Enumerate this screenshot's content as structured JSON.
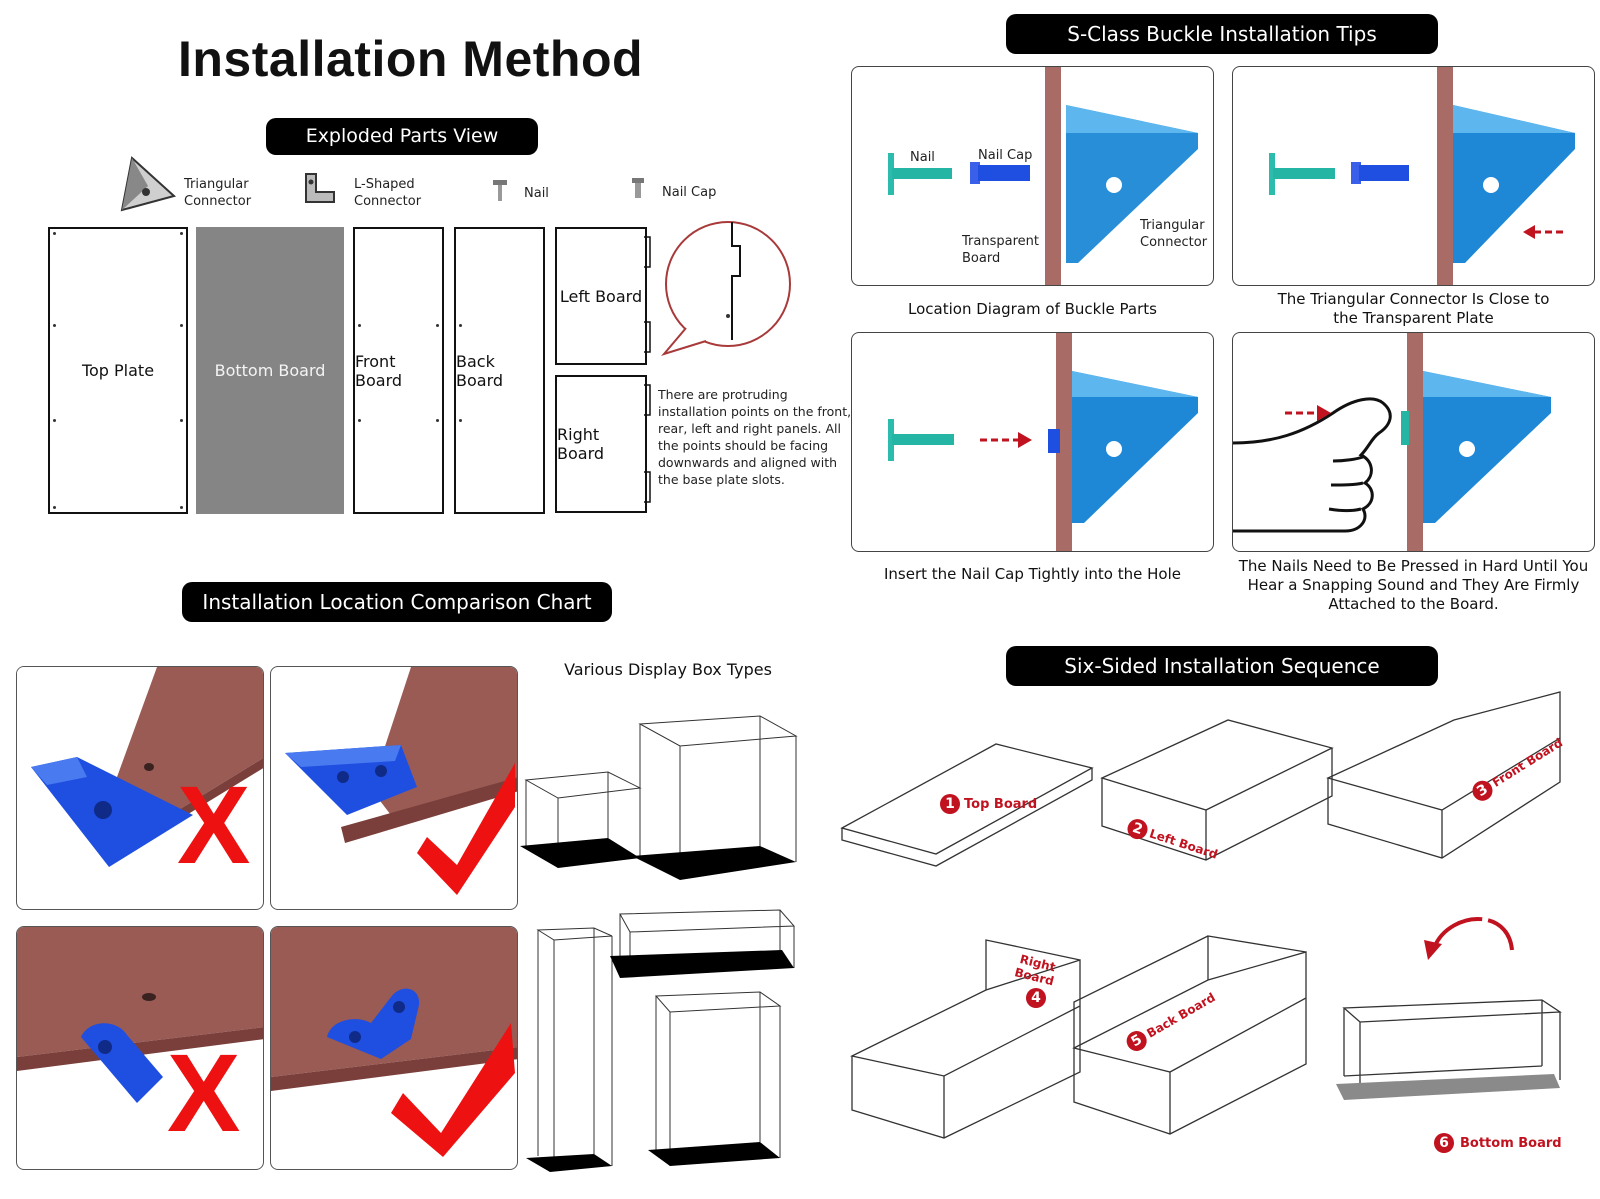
{
  "title": "Installation Method",
  "sections": {
    "exploded": "Exploded Parts View",
    "sclass": "S-Class Buckle Installation Tips",
    "comparison": "Installation Location Comparison Chart",
    "sequence": "Six-Sided Installation Sequence"
  },
  "parts": {
    "triangular": "Triangular\nConnector",
    "lshaped": "L-Shaped\nConnector",
    "nail": "Nail",
    "nailcap": "Nail Cap"
  },
  "panels": {
    "top": "Top Plate",
    "bottom": "Bottom Board",
    "front": "Front Board",
    "back": "Back Board",
    "left": "Left Board",
    "right": "Right Board"
  },
  "note": "There are protruding installation points on the front, rear, left and right panels. All the points should be facing downwards and aligned with the base plate slots.",
  "tips": {
    "diagram_labels": {
      "nail": "Nail",
      "nailcap": "Nail Cap",
      "transparent": "Transparent\nBoard",
      "triangular": "Triangular\nConnector"
    },
    "captions": [
      "Location Diagram of Buckle Parts",
      "The Triangular Connector Is Close to\nthe Transparent Plate",
      "Insert the Nail Cap Tightly into the Hole",
      "The Nails Need to Be Pressed in Hard Until You\nHear a Snapping Sound and They Are Firmly\nAttached to the Board."
    ]
  },
  "display_types": "Various Display Box Types",
  "sequence_steps": [
    {
      "num": "1",
      "label": "Top Board"
    },
    {
      "num": "2",
      "label": "Left Board"
    },
    {
      "num": "3",
      "label": "Front Board"
    },
    {
      "num": "4",
      "label": "Right Board"
    },
    {
      "num": "5",
      "label": "Back Board"
    },
    {
      "num": "6",
      "label": "Bottom Board"
    }
  ],
  "colors": {
    "connector_blue": "#1e88d6",
    "bright_blue": "#1f4fe0",
    "nail_teal": "#25b5a5",
    "board_brown": "#9a5b55",
    "wrong_red": "#ee1111",
    "accent_red": "#c1121f"
  }
}
